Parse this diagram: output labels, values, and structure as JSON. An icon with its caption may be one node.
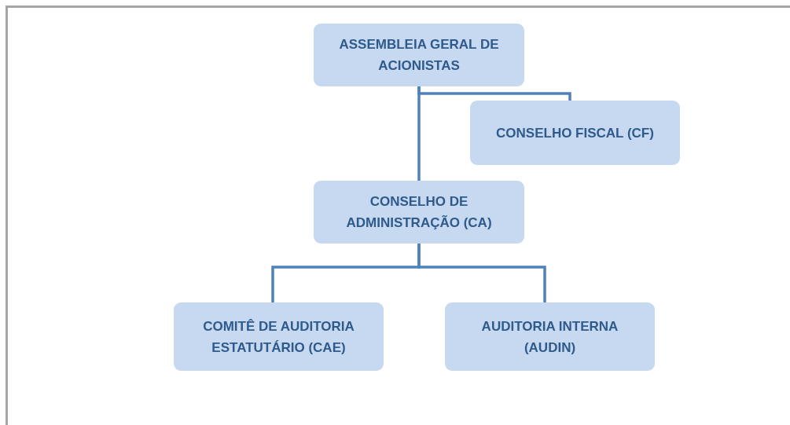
{
  "diagram": {
    "nodes": [
      {
        "text": [
          "ASSEMBLEIA GERAL DE ACIONISTAS"
        ]
      },
      {
        "text": [
          "CONSELHO FISCAL (CF)"
        ]
      },
      {
        "text": [
          "CONSELHO DE ADMINISTRAÇÃO (CA)"
        ]
      },
      {
        "text": [
          "COMITÊ DE AUDITORIA ESTATUTÁRIO (CAE)"
        ]
      },
      {
        "text": [
          "AUDITORIA INTERNA (AUDIN)"
        ]
      }
    ],
    "edges": [
      {
        "from": 0,
        "to": 2,
        "arrow": "none"
      },
      {
        "from": 0,
        "to": 1,
        "arrow": "none"
      },
      {
        "from": 2,
        "to": 3,
        "arrow": "none"
      },
      {
        "from": 2,
        "to": 4,
        "arrow": "none"
      }
    ]
  }
}
